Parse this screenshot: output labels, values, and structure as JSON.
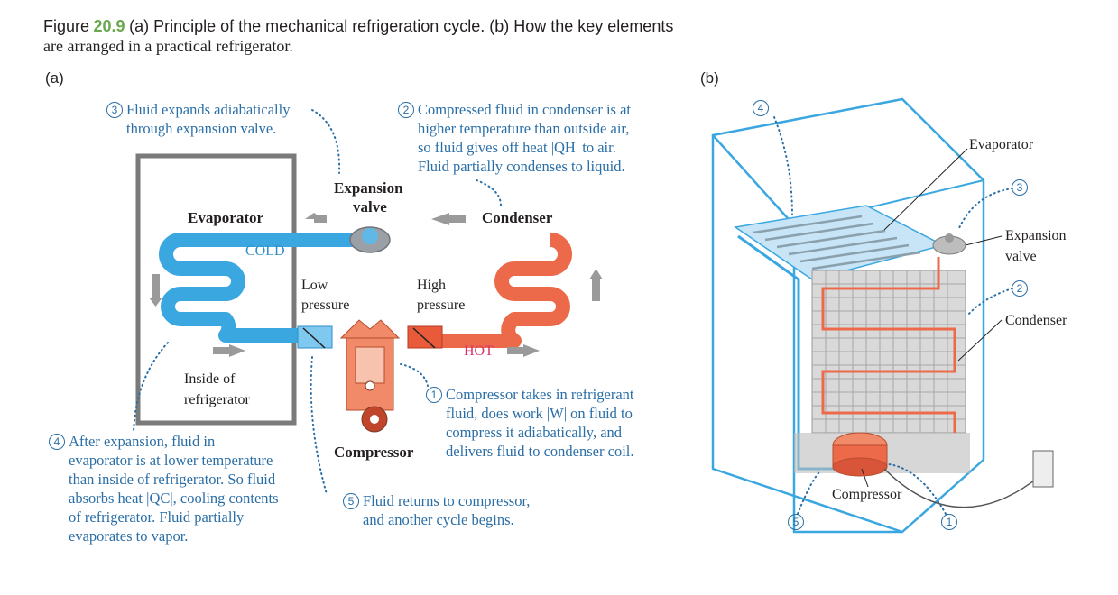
{
  "caption": {
    "figure_word": "Figure",
    "figure_number": "20.9",
    "part_a": "(a) Principle of the mechanical refrigeration cycle. (b) How the key elements",
    "line2": "are arranged in a practical refrigerator."
  },
  "panel_a": {
    "label": "(a)",
    "labels": {
      "evaporator": "Evaporator",
      "expansion_valve_1": "Expansion",
      "expansion_valve_2": "valve",
      "condenser": "Condenser",
      "cold": "COLD",
      "hot": "HOT",
      "low_pressure_1": "Low",
      "low_pressure_2": "pressure",
      "high_pressure_1": "High",
      "high_pressure_2": "pressure",
      "inside_1": "Inside of",
      "inside_2": "refrigerator",
      "compressor": "Compressor"
    },
    "notes": {
      "n1": {
        "num": "1",
        "lines": [
          "Compressor takes in refrigerant",
          "fluid, does work |W| on fluid to",
          "compress it adiabatically, and",
          "delivers fluid to condenser coil."
        ]
      },
      "n2": {
        "num": "2",
        "lines": [
          "Compressed fluid in condenser is at",
          "higher temperature than outside air,",
          "so fluid gives off heat |QH| to air.",
          "Fluid partially condenses to liquid."
        ]
      },
      "n3": {
        "num": "3",
        "lines": [
          "Fluid expands adiabatically",
          "through expansion valve."
        ]
      },
      "n4": {
        "num": "4",
        "lines": [
          "After expansion, fluid in",
          "evaporator is at lower temperature",
          "than inside of refrigerator. So fluid",
          "absorbs heat |QC|, cooling contents",
          "of refrigerator. Fluid partially",
          "evaporates to vapor."
        ]
      },
      "n5": {
        "num": "5",
        "lines": [
          "Fluid returns to compressor,",
          "and another cycle begins."
        ]
      }
    }
  },
  "panel_b": {
    "label": "(b)",
    "labels": {
      "evaporator": "Evaporator",
      "expansion_valve_1": "Expansion",
      "expansion_valve_2": "valve",
      "condenser": "Condenser",
      "compressor": "Compressor"
    },
    "markers": [
      "4",
      "3",
      "2",
      "5",
      "1"
    ]
  },
  "colors": {
    "cold_fluid": "#3aa7e0",
    "hot_fluid": "#ec6a4a",
    "note_text": "#2a6ea6",
    "caption_number": "#6aa84f",
    "hot_label": "#d6336c"
  }
}
